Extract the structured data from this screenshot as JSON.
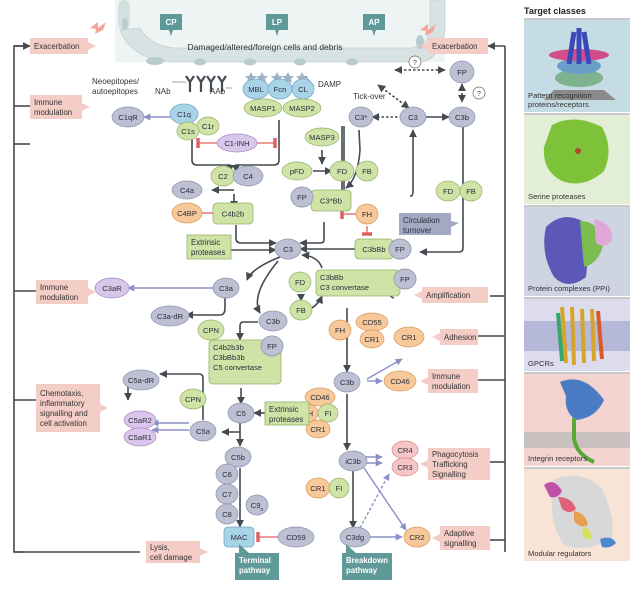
{
  "colors": {
    "grey_node": "#bcc0d2",
    "green_node": "#cfe3a6",
    "blue_node": "#a9d3e6",
    "orange_node": "#f7c99a",
    "purple_node": "#d9c6ea",
    "pink_node": "#f6c5c5",
    "outcome_box": "#f4cdc7",
    "teal_label": "#5f9a98",
    "grey_label": "#a4a9c3",
    "inhibit": "#e06060",
    "activate_arrow": "#8a8fc8",
    "line": "#444a50"
  },
  "header": {
    "cell_caption": "Damaged/altered/foreign cells and debris",
    "pathways": [
      {
        "id": "cp",
        "label": "CP"
      },
      {
        "id": "lp",
        "label": "LP"
      },
      {
        "id": "ap",
        "label": "AP"
      }
    ]
  },
  "labels": {
    "neoepitopes": "Neoepitopes/",
    "autoepitopes": "autoepitopes",
    "nab": "NAb",
    "aab": "AAb",
    "damp": "DAMP",
    "tick_over": "Tick-over",
    "question1": "?",
    "question2": "?"
  },
  "nodes": {
    "c1q": "C1q",
    "c1r": "C1r",
    "c1s": "C1s",
    "c1qr": "C1qR",
    "mbl": "MBL",
    "fcn": "Fcn",
    "cl": "CL",
    "masp1": "MASP1",
    "masp2": "MASP2",
    "c1inh": "C1-INH",
    "masp3": "MASP3",
    "c2": "C2",
    "c4": "C4",
    "c4a": "C4a",
    "c4bp": "C4BP",
    "c4b2b": "C4b2b",
    "pfd": "pFD",
    "fd1": "FD",
    "fb1": "FB",
    "fp_star": "FP",
    "c3star_bb": "C3*Bb",
    "fh1": "FH",
    "c3star": "C3*",
    "c3_top": "C3",
    "c3b_top": "C3b",
    "fp_top": "FP",
    "fd2": "FD",
    "fb2": "FB",
    "c3bbb": "C3bBb",
    "fp_c3bbb": "FP",
    "c3": "C3",
    "c3a": "C3a",
    "c3ar": "C3aR",
    "c3a_dr": "C3a-dR",
    "cpn1": "CPN",
    "fd3": "FD",
    "fb3": "FB",
    "conv_line1": "C3bBb",
    "conv_line2": "C3 convertase",
    "fp_conv": "FP",
    "c3b_mid": "C3b",
    "c5conv_line1": "C4b2b3b",
    "c5conv_line2": "C3bBb3b",
    "c5conv_line3": "C5 convertase",
    "fp_c5": "FP",
    "cd55": "CD55",
    "cr1_a": "CR1",
    "fh2": "FH",
    "cr1_adh": "CR1",
    "c3b_low": "C3b",
    "cd46_a": "CD46",
    "c5a_dr": "C5a-dR",
    "cpn2": "CPN",
    "c5": "C5",
    "c5ar2": "C5aR2",
    "c5ar1": "C5aR1",
    "c5a": "C5a",
    "cd46_b": "CD46",
    "fh3": "FH",
    "fi1": "FI",
    "cr1_b": "CR1",
    "c5b": "C5b",
    "c6": "C6",
    "c7": "C7",
    "c8": "C8",
    "c9": "C9",
    "c9_sub": "n",
    "ic3b": "iC3b",
    "cr4": "CR4",
    "cr3": "CR3",
    "cr1_c": "CR1",
    "fi2": "FI",
    "mac": "MAC",
    "cd59": "CD59",
    "c3dg": "C3dg",
    "cr2": "CR2"
  },
  "boxes": {
    "extrinsic1": [
      "Extrinsic",
      "proteases"
    ],
    "extrinsic2": [
      "Extrinsic",
      "proteases"
    ],
    "circulation": [
      "Circulation",
      "turnover"
    ],
    "terminal": [
      "Terminal",
      "pathway"
    ],
    "breakdown": [
      "Breakdown",
      "pathway"
    ]
  },
  "outcomes": {
    "exacerbation_left": [
      "Exacerbation"
    ],
    "exacerbation_right": [
      "Exacerbation"
    ],
    "immune_mod_1": [
      "Immune",
      "modulation"
    ],
    "immune_mod_2": [
      "Immune",
      "modulation"
    ],
    "chemotaxis": [
      "Chemotaxis,",
      "inflammatory",
      "signalling and",
      "cell activation"
    ],
    "lysis": [
      "Lysis,",
      "cell damage"
    ],
    "amplification": [
      "Amplification"
    ],
    "adhesion": [
      "Adhesion"
    ],
    "immune_mod_3": [
      "Immune",
      "modulation"
    ],
    "phagocytosis": [
      "Phagocytosis",
      "Trafficking",
      "Signalling"
    ],
    "adaptive": [
      "Adaptive",
      "signalling"
    ]
  },
  "target_classes": {
    "title": "Target classes",
    "items": [
      {
        "label_lines": [
          "Pattern recognition",
          "proteins/receptors"
        ],
        "bg": "#c6dce4"
      },
      {
        "label_lines": [
          "Serine proteases"
        ],
        "bg": "#e3eed6"
      },
      {
        "label_lines": [
          "Protein complexes (PPI)"
        ],
        "bg": "#cfd4e2"
      },
      {
        "label_lines": [
          "GPCRs"
        ],
        "bg": "#dcdcee"
      },
      {
        "label_lines": [
          "Integrin receptors"
        ],
        "bg": "#f2d3cf"
      },
      {
        "label_lines": [
          "Modular regulators"
        ],
        "bg": "#f8e4d6"
      }
    ]
  }
}
